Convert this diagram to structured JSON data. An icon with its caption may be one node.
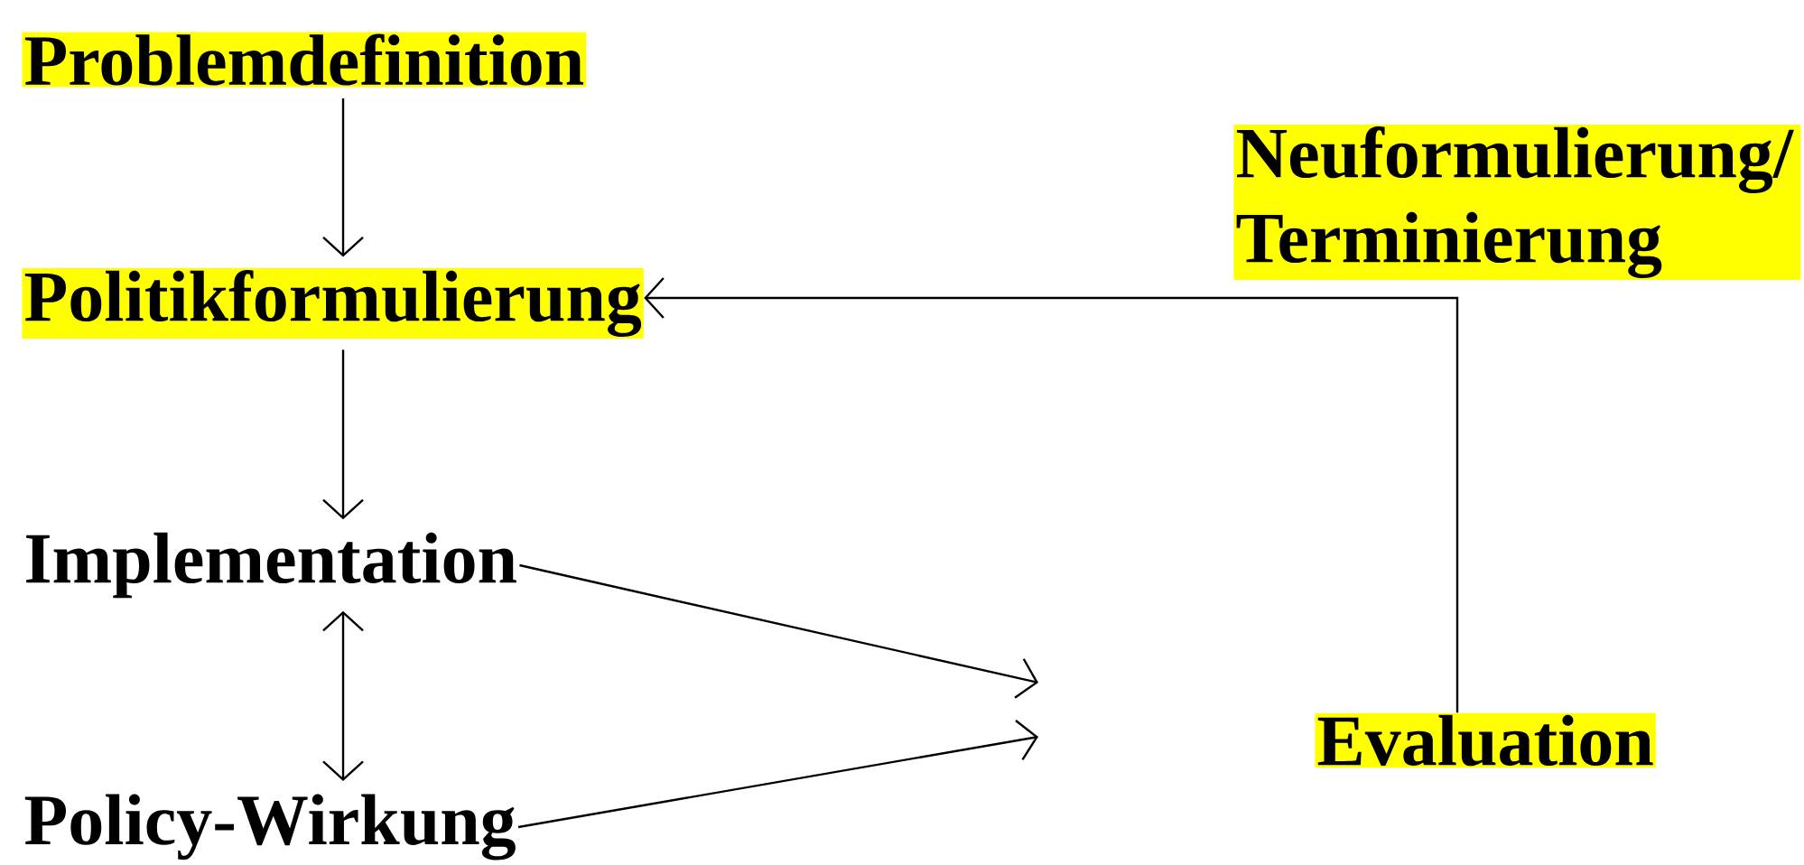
{
  "diagram": {
    "nodes": [
      {
        "text": [
          "Problemdefinition"
        ]
      },
      {
        "text": [
          "Politikformulierung"
        ]
      },
      {
        "text": [
          "Implementation"
        ]
      },
      {
        "text": [
          "Policy-Wirkung"
        ]
      },
      {
        "text": [
          "Evaluation"
        ]
      }
    ],
    "edges": [
      {
        "from": 0,
        "to": 1,
        "arrow": "to"
      },
      {
        "from": 1,
        "to": 2,
        "arrow": "to"
      },
      {
        "from": 2,
        "to": 3,
        "arrow": "both"
      },
      {
        "from": 2,
        "to": null,
        "arrow": "to"
      },
      {
        "from": 3,
        "to": null,
        "arrow": "to"
      },
      {
        "from": 4,
        "to": 1,
        "arrow": "to",
        "label": "Neuformulierung/ Terminierung"
      }
    ]
  }
}
